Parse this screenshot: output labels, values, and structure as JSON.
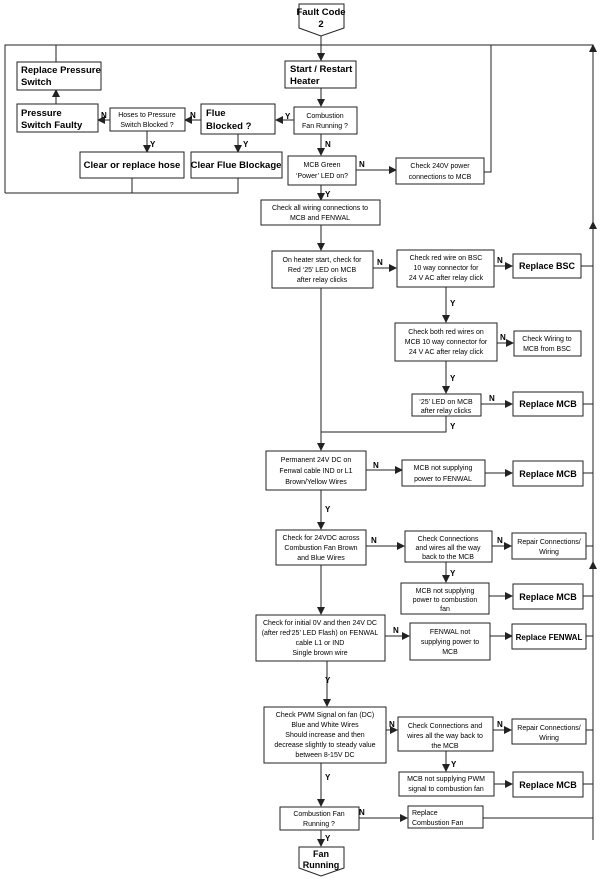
{
  "nodes": {
    "fault_code": [
      "Fault Code",
      "2"
    ],
    "start": [
      "Start / Restart",
      "Heater"
    ],
    "replace_ps": [
      "Replace Pressure",
      "Switch"
    ],
    "ps_faulty": [
      "Pressure",
      "Switch Faulty"
    ],
    "hoses_blocked": [
      "Hoses to Pressure",
      "Switch Blocked ?"
    ],
    "flue_blocked": [
      "Flue",
      "Blocked ?"
    ],
    "comb_fan_running_q": [
      "Combustion",
      "Fan Running ?"
    ],
    "clear_hose": [
      "Clear or replace hose"
    ],
    "clear_flue": [
      "Clear Flue Blockage"
    ],
    "mcb_green": [
      "MCB Green",
      "‘Power’ LED on?"
    ],
    "check_240v": [
      "Check 240V power",
      "connections to MCB"
    ],
    "check_wiring": [
      "Check all wiring connections to",
      "MCB and FENWAL"
    ],
    "on_heater_start": [
      "On heater start, check for",
      "Red ‘25’ LED on MCB",
      "after relay clicks"
    ],
    "check_red_wire": [
      "Check red wire on BSC",
      "10 way connector for",
      "24 V AC after relay click"
    ],
    "replace_bsc": [
      "Replace BSC"
    ],
    "check_both_red": [
      "Check both red wires on",
      "MCB 10 way connector for",
      "24 V AC after relay click"
    ],
    "check_wiring_bsc": [
      "Check Wiring to",
      "MCB from BSC"
    ],
    "led25": [
      "‘25’ LED on MCB",
      "after relay clicks"
    ],
    "replace_mcb_1": [
      "Replace MCB"
    ],
    "permanent_24v": [
      "Permanent 24V DC on",
      "Fenwal cable IND or L1",
      "Brown/Yellow Wires"
    ],
    "mcb_not_fenwal": [
      "MCB not supplying",
      "power to FENWAL"
    ],
    "replace_mcb_2": [
      "Replace MCB"
    ],
    "check_24vdc_fan": [
      "Check for 24VDC across",
      "Combustion Fan Brown",
      "and Blue Wires"
    ],
    "check_conn_1": [
      "Check Connections",
      "and wires all the way",
      "back to the MCB"
    ],
    "repair_conn_1": [
      "Repair Connections/",
      "Wiring"
    ],
    "mcb_not_fan": [
      "MCB not supplying",
      "power to combustion",
      "fan"
    ],
    "replace_mcb_3": [
      "Replace MCB"
    ],
    "check_initial": [
      "Check for initial 0V and then 24V DC",
      "(after red‘25’ LED Flash) on FENWAL",
      "cable L1 or IND",
      "Single brown wire"
    ],
    "fenwal_not": [
      "FENWAL not",
      "supplying power to",
      "MCB"
    ],
    "replace_fenwal": [
      "Replace FENWAL"
    ],
    "check_pwm": [
      "Check PWM Signal on fan (DC)",
      "Blue and White Wires",
      "Should increase and then",
      "decrease slightly to steady value",
      "between 8-15V DC"
    ],
    "check_conn_2": [
      "Check Connections and",
      "wires all the way back to",
      "the MCB"
    ],
    "repair_conn_2": [
      "Repair Connections/",
      "Wiring"
    ],
    "mcb_not_pwm": [
      "MCB not supplying PWM",
      "signal to combustion fan"
    ],
    "replace_mcb_4": [
      "Replace MCB"
    ],
    "comb_fan_running_2": [
      "Combustion Fan",
      "Running ?"
    ],
    "replace_comb_fan": [
      "Replace",
      "Combustion Fan"
    ],
    "fan_running": [
      "Fan",
      "Running"
    ]
  },
  "edge_labels": [
    {
      "id": "y_comb_flue",
      "text": "Y"
    },
    {
      "id": "y_flue_clear",
      "text": "Y"
    },
    {
      "id": "n_flue_hoses",
      "text": "N"
    },
    {
      "id": "y_hoses_clear",
      "text": "Y"
    },
    {
      "id": "n_hoses_ps",
      "text": "N"
    },
    {
      "id": "n_comb_mcb",
      "text": "N"
    },
    {
      "id": "n_mcb_240",
      "text": "N"
    },
    {
      "id": "y_mcb_wiring",
      "text": "Y"
    },
    {
      "id": "n_start_red",
      "text": "N"
    },
    {
      "id": "n_red_bsc",
      "text": "N"
    },
    {
      "id": "y_red_both",
      "text": "Y"
    },
    {
      "id": "n_both_wiring",
      "text": "N"
    },
    {
      "id": "y_both_led",
      "text": "Y"
    },
    {
      "id": "n_led_mcb",
      "text": "N"
    },
    {
      "id": "y_led_down",
      "text": "Y"
    },
    {
      "id": "n_perm",
      "text": "N"
    },
    {
      "id": "y_perm",
      "text": "Y"
    },
    {
      "id": "n_24vdc",
      "text": "N"
    },
    {
      "id": "n_conn1",
      "text": "N"
    },
    {
      "id": "y_conn1",
      "text": "Y"
    },
    {
      "id": "n_initial",
      "text": "N"
    },
    {
      "id": "y_initial",
      "text": "Y"
    },
    {
      "id": "n_pwm",
      "text": "N"
    },
    {
      "id": "n_conn2",
      "text": "N"
    },
    {
      "id": "y_conn2",
      "text": "Y"
    },
    {
      "id": "y_pwm",
      "text": "Y"
    },
    {
      "id": "n_fan2",
      "text": "N"
    },
    {
      "id": "y_fan2",
      "text": "Y"
    }
  ],
  "colors": {
    "line": "#222222",
    "box_fill": "#ffffff",
    "text": "#000000"
  }
}
